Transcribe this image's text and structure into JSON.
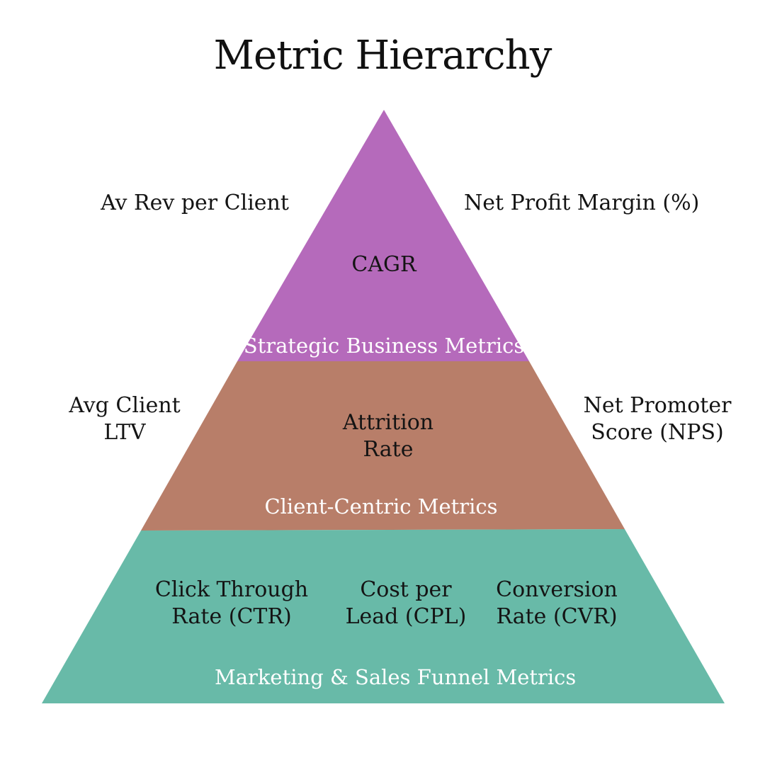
{
  "title": "Metric Hierarchy",
  "colors": {
    "top_tier": "#B56ABB",
    "middle_tier": "#B87E69",
    "bottom_tier": "#68BAA8",
    "text_dark": "#141414",
    "text_light": "#FFFFFF"
  },
  "tiers": {
    "top": {
      "name": "Strategic Business Metrics",
      "inner_metric": "CAGR",
      "left_metric": "Av Rev per Client",
      "right_metric": "Net Profit Margin (%)"
    },
    "middle": {
      "name": "Client-Centric Metrics",
      "inner_metric": [
        "Attrition",
        "Rate"
      ],
      "left_metric": [
        "Avg Client",
        "LTV"
      ],
      "right_metric": [
        "Net Promoter",
        "Score (NPS)"
      ]
    },
    "bottom": {
      "name": "Marketing & Sales Funnel Metrics",
      "metrics": [
        [
          "Click Through",
          "Rate (CTR)"
        ],
        [
          "Cost per",
          "Lead (CPL)"
        ],
        [
          "Conversion",
          "Rate (CVR)"
        ]
      ]
    }
  }
}
